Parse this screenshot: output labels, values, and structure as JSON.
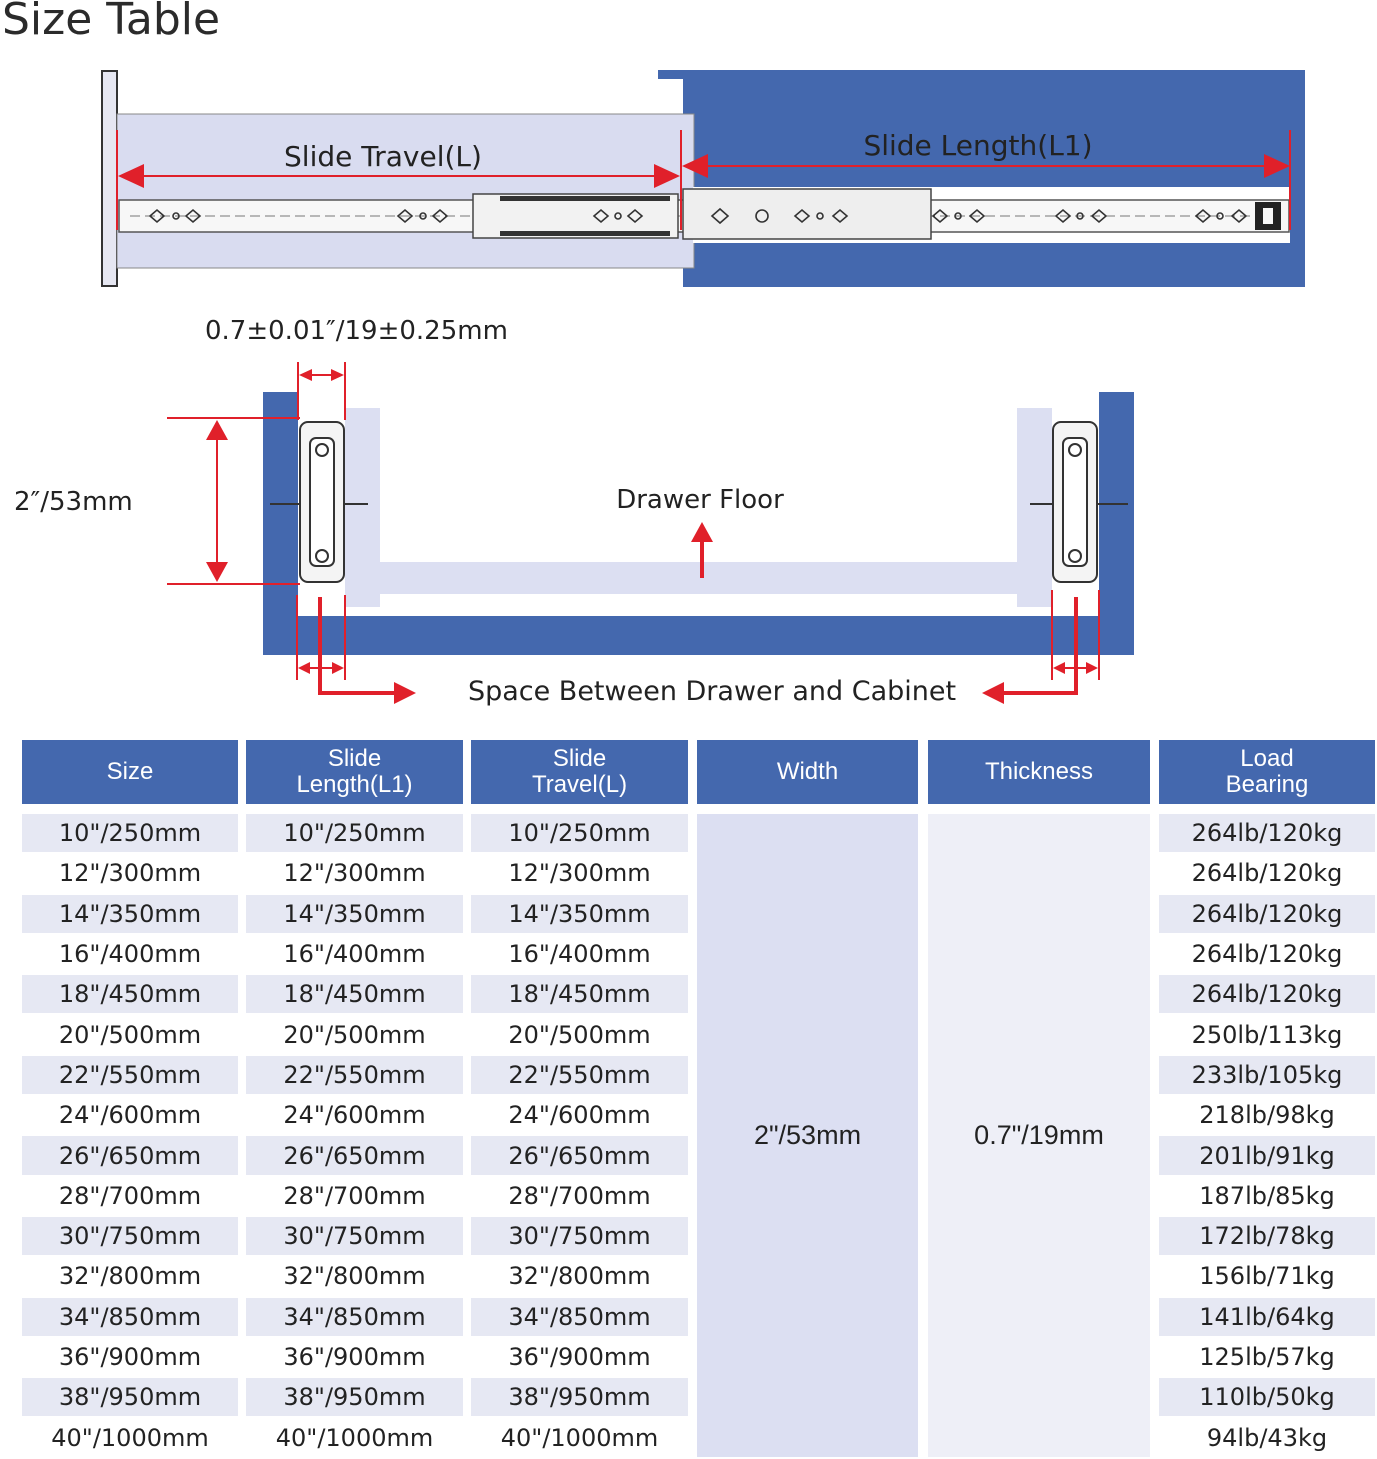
{
  "title": "Size Table",
  "diagram": {
    "slide_travel_label": "Slide Travel(L)",
    "slide_length_label": "Slide Length(L1)",
    "thickness_dim": "0.7±0.01″/19±0.25mm",
    "height_dim": "2″/53mm",
    "drawer_floor_label": "Drawer Floor",
    "space_label": "Space Between Drawer and Cabinet"
  },
  "table": {
    "headers": [
      "Size",
      "Slide\nLength(L1)",
      "Slide\nTravel(L)",
      "Width",
      "Thickness",
      "Load\nBearing"
    ],
    "width_value": "2\"/53mm",
    "thickness_value": "0.7\"/19mm",
    "rows": [
      {
        "size": "10\"/250mm",
        "length": "10\"/250mm",
        "travel": "10\"/250mm",
        "load": "264lb/120kg"
      },
      {
        "size": "12\"/300mm",
        "length": "12\"/300mm",
        "travel": "12\"/300mm",
        "load": "264lb/120kg"
      },
      {
        "size": "14\"/350mm",
        "length": "14\"/350mm",
        "travel": "14\"/350mm",
        "load": "264lb/120kg"
      },
      {
        "size": "16\"/400mm",
        "length": "16\"/400mm",
        "travel": "16\"/400mm",
        "load": "264lb/120kg"
      },
      {
        "size": "18\"/450mm",
        "length": "18\"/450mm",
        "travel": "18\"/450mm",
        "load": "264lb/120kg"
      },
      {
        "size": "20\"/500mm",
        "length": "20\"/500mm",
        "travel": "20\"/500mm",
        "load": "250lb/113kg"
      },
      {
        "size": "22\"/550mm",
        "length": "22\"/550mm",
        "travel": "22\"/550mm",
        "load": "233lb/105kg"
      },
      {
        "size": "24\"/600mm",
        "length": "24\"/600mm",
        "travel": "24\"/600mm",
        "load": "218lb/98kg"
      },
      {
        "size": "26\"/650mm",
        "length": "26\"/650mm",
        "travel": "26\"/650mm",
        "load": "201lb/91kg"
      },
      {
        "size": "28\"/700mm",
        "length": "28\"/700mm",
        "travel": "28\"/700mm",
        "load": "187lb/85kg"
      },
      {
        "size": "30\"/750mm",
        "length": "30\"/750mm",
        "travel": "30\"/750mm",
        "load": "172lb/78kg"
      },
      {
        "size": "32\"/800mm",
        "length": "32\"/800mm",
        "travel": "32\"/800mm",
        "load": "156lb/71kg"
      },
      {
        "size": "34\"/850mm",
        "length": "34\"/850mm",
        "travel": "34\"/850mm",
        "load": "141lb/64kg"
      },
      {
        "size": "36\"/900mm",
        "length": "36\"/900mm",
        "travel": "36\"/900mm",
        "load": "125lb/57kg"
      },
      {
        "size": "38\"/950mm",
        "length": "38\"/950mm",
        "travel": "38\"/950mm",
        "load": "110lb/50kg"
      },
      {
        "size": "40\"/1000mm",
        "length": "40\"/1000mm",
        "travel": "40\"/1000mm",
        "load": "94lb/43kg"
      }
    ]
  },
  "colors": {
    "accent_blue": "#4468ae",
    "light_lavender": "#d9dcf0",
    "row_shade": "#e6e8f3",
    "dimension_red": "#e0202a"
  }
}
